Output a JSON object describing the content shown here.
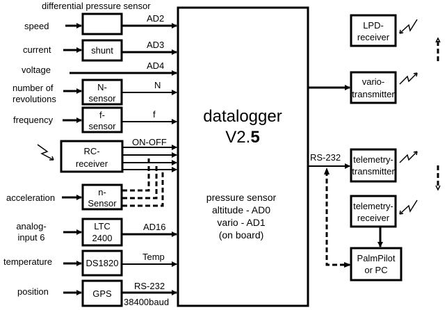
{
  "diagram": {
    "title": "datalogger",
    "version_prefix": "V2.",
    "version_suffix": "5",
    "onboard": [
      "pressure sensor",
      "altitude - AD0",
      "vario - AD1",
      "(on board)"
    ],
    "header_label": "differential pressure sensor",
    "inputs": [
      {
        "label": [
          "speed"
        ],
        "box": [
          ""
        ],
        "signal": "AD2"
      },
      {
        "label": [
          "current"
        ],
        "box": [
          "shunt"
        ],
        "signal": "AD3"
      },
      {
        "label": [
          "voltage"
        ],
        "box": [],
        "signal": "AD4"
      },
      {
        "label": [
          "number of",
          "revolutions"
        ],
        "box": [
          "N-",
          "sensor"
        ],
        "signal": "N"
      },
      {
        "label": [
          "frequency"
        ],
        "box": [
          "f-",
          "sensor"
        ],
        "signal": "f"
      },
      {
        "label": [],
        "box": [
          "RC-",
          "receiver"
        ],
        "signal": "ON-OFF"
      },
      {
        "label": [
          "acceleration"
        ],
        "box": [
          "n-",
          "Sensor"
        ],
        "signal": ""
      },
      {
        "label": [
          "analog-",
          "input 6"
        ],
        "box": [
          "LTC",
          "2400"
        ],
        "signal": "AD16"
      },
      {
        "label": [
          "temperature"
        ],
        "box": [
          "DS1820"
        ],
        "signal": "Temp"
      },
      {
        "label": [
          "position"
        ],
        "box": [
          "GPS"
        ],
        "signal": "RS-232",
        "signal2": "38400baud"
      }
    ],
    "outputs": [
      {
        "box": [
          "LPD-",
          "receiver"
        ]
      },
      {
        "box": [
          "vario-",
          "transmitter"
        ]
      },
      {
        "box": [
          "telemetry-",
          "transmitter"
        ],
        "signal": "RS-232"
      },
      {
        "box": [
          "telemetry-",
          "receiver"
        ]
      },
      {
        "box": [
          "PalmPilot",
          "or PC"
        ]
      }
    ]
  }
}
